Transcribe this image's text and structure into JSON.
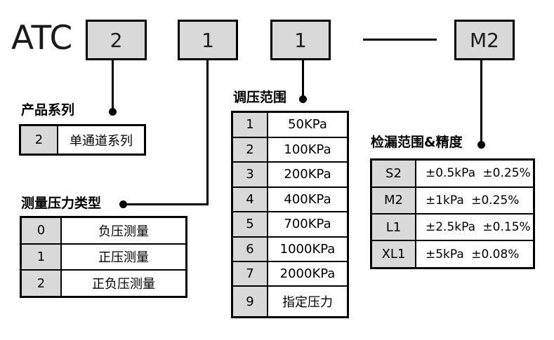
{
  "title": "ATC",
  "code": {
    "series": "2",
    "pressure_type": "1",
    "regulation_range": "1",
    "leak_grade": "M2"
  },
  "sections": {
    "series": {
      "label": "产品系列",
      "rows": [
        {
          "code": "2",
          "desc": "单通道系列"
        }
      ]
    },
    "pressure_type": {
      "label": "测量压力类型",
      "rows": [
        {
          "code": "0",
          "desc": "负压测量"
        },
        {
          "code": "1",
          "desc": "正压测量"
        },
        {
          "code": "2",
          "desc": "正负压测量"
        }
      ]
    },
    "regulation_range": {
      "label": "调压范围",
      "rows": [
        {
          "code": "1",
          "desc": "50KPa"
        },
        {
          "code": "2",
          "desc": "100KPa"
        },
        {
          "code": "3",
          "desc": "200KPa"
        },
        {
          "code": "4",
          "desc": "400KPa"
        },
        {
          "code": "5",
          "desc": "700KPa"
        },
        {
          "code": "6",
          "desc": "1000KPa"
        },
        {
          "code": "7",
          "desc": "2000KPa"
        },
        {
          "code": "9",
          "desc": "指定压力"
        }
      ]
    },
    "leak_range": {
      "label": "检漏范围&精度",
      "rows": [
        {
          "code": "S2",
          "desc": "±0.5kPa ±0.25%"
        },
        {
          "code": "M2",
          "desc": "±1kPa ±0.25%"
        },
        {
          "code": "L1",
          "desc": "±2.5kPa ±0.15%"
        },
        {
          "code": "XL1",
          "desc": "±5kPa ±0.08%"
        }
      ]
    }
  },
  "colors": {
    "cell_fill": "#d9d9d9",
    "border": "#000000"
  }
}
